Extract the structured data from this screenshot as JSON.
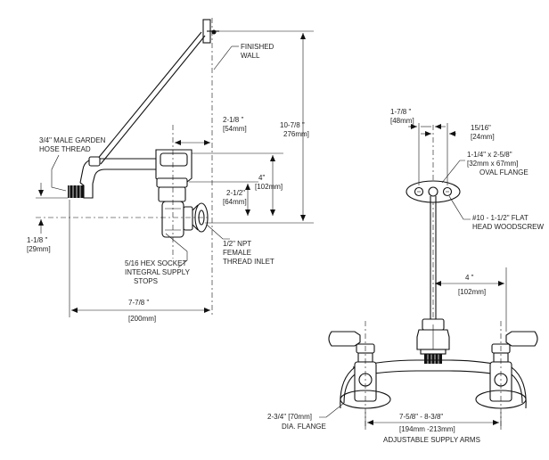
{
  "side_view": {
    "finished_wall": [
      "FINISHED",
      "WALL"
    ],
    "hose_thread": [
      "3/4\" MALE GARDEN",
      "HOSE THREAD"
    ],
    "dim_2_1_8": [
      "2-1/8 \"",
      "[54mm]"
    ],
    "dim_10_7_8": [
      "10-7/8 \"",
      "276mm]"
    ],
    "dim_4": [
      "4\"",
      "[102mm]"
    ],
    "dim_2_1_2": [
      "2-1/2\"",
      "[64mm]"
    ],
    "dim_1_1_8": [
      "1-1/8 \"",
      "[29mm]"
    ],
    "npt": [
      "1/2\" NPT",
      "FEMALE",
      "THREAD INLET"
    ],
    "hex_socket": [
      "5/16 HEX SOCKET",
      "INTEGRAL SUPPLY",
      "STOPS"
    ],
    "dim_7_7_8": [
      "7-7/8 \"",
      "[200mm]"
    ]
  },
  "front_view": {
    "dim_1_7_8": [
      "1-7/8 \"",
      "[48mm]"
    ],
    "dim_15_16": [
      "15/16\"",
      "[24mm]"
    ],
    "oval_flange": [
      "1-1/4\" x 2-5/8\"",
      "[32mm x 67mm]",
      "OVAL FLANGE"
    ],
    "woodscrew": [
      "#10 - 1-1/2\" FLAT",
      "HEAD WOODSCREW"
    ],
    "dim_4": [
      "4 \"",
      "[102mm]"
    ],
    "dia_flange": [
      "2-3/4\" [70mm]",
      "DIA. FLANGE"
    ],
    "supply_arms": [
      "7-5/8\" - 8-3/8\"",
      "[194mm -213mm]",
      "ADJUSTABLE SUPPLY ARMS"
    ]
  }
}
